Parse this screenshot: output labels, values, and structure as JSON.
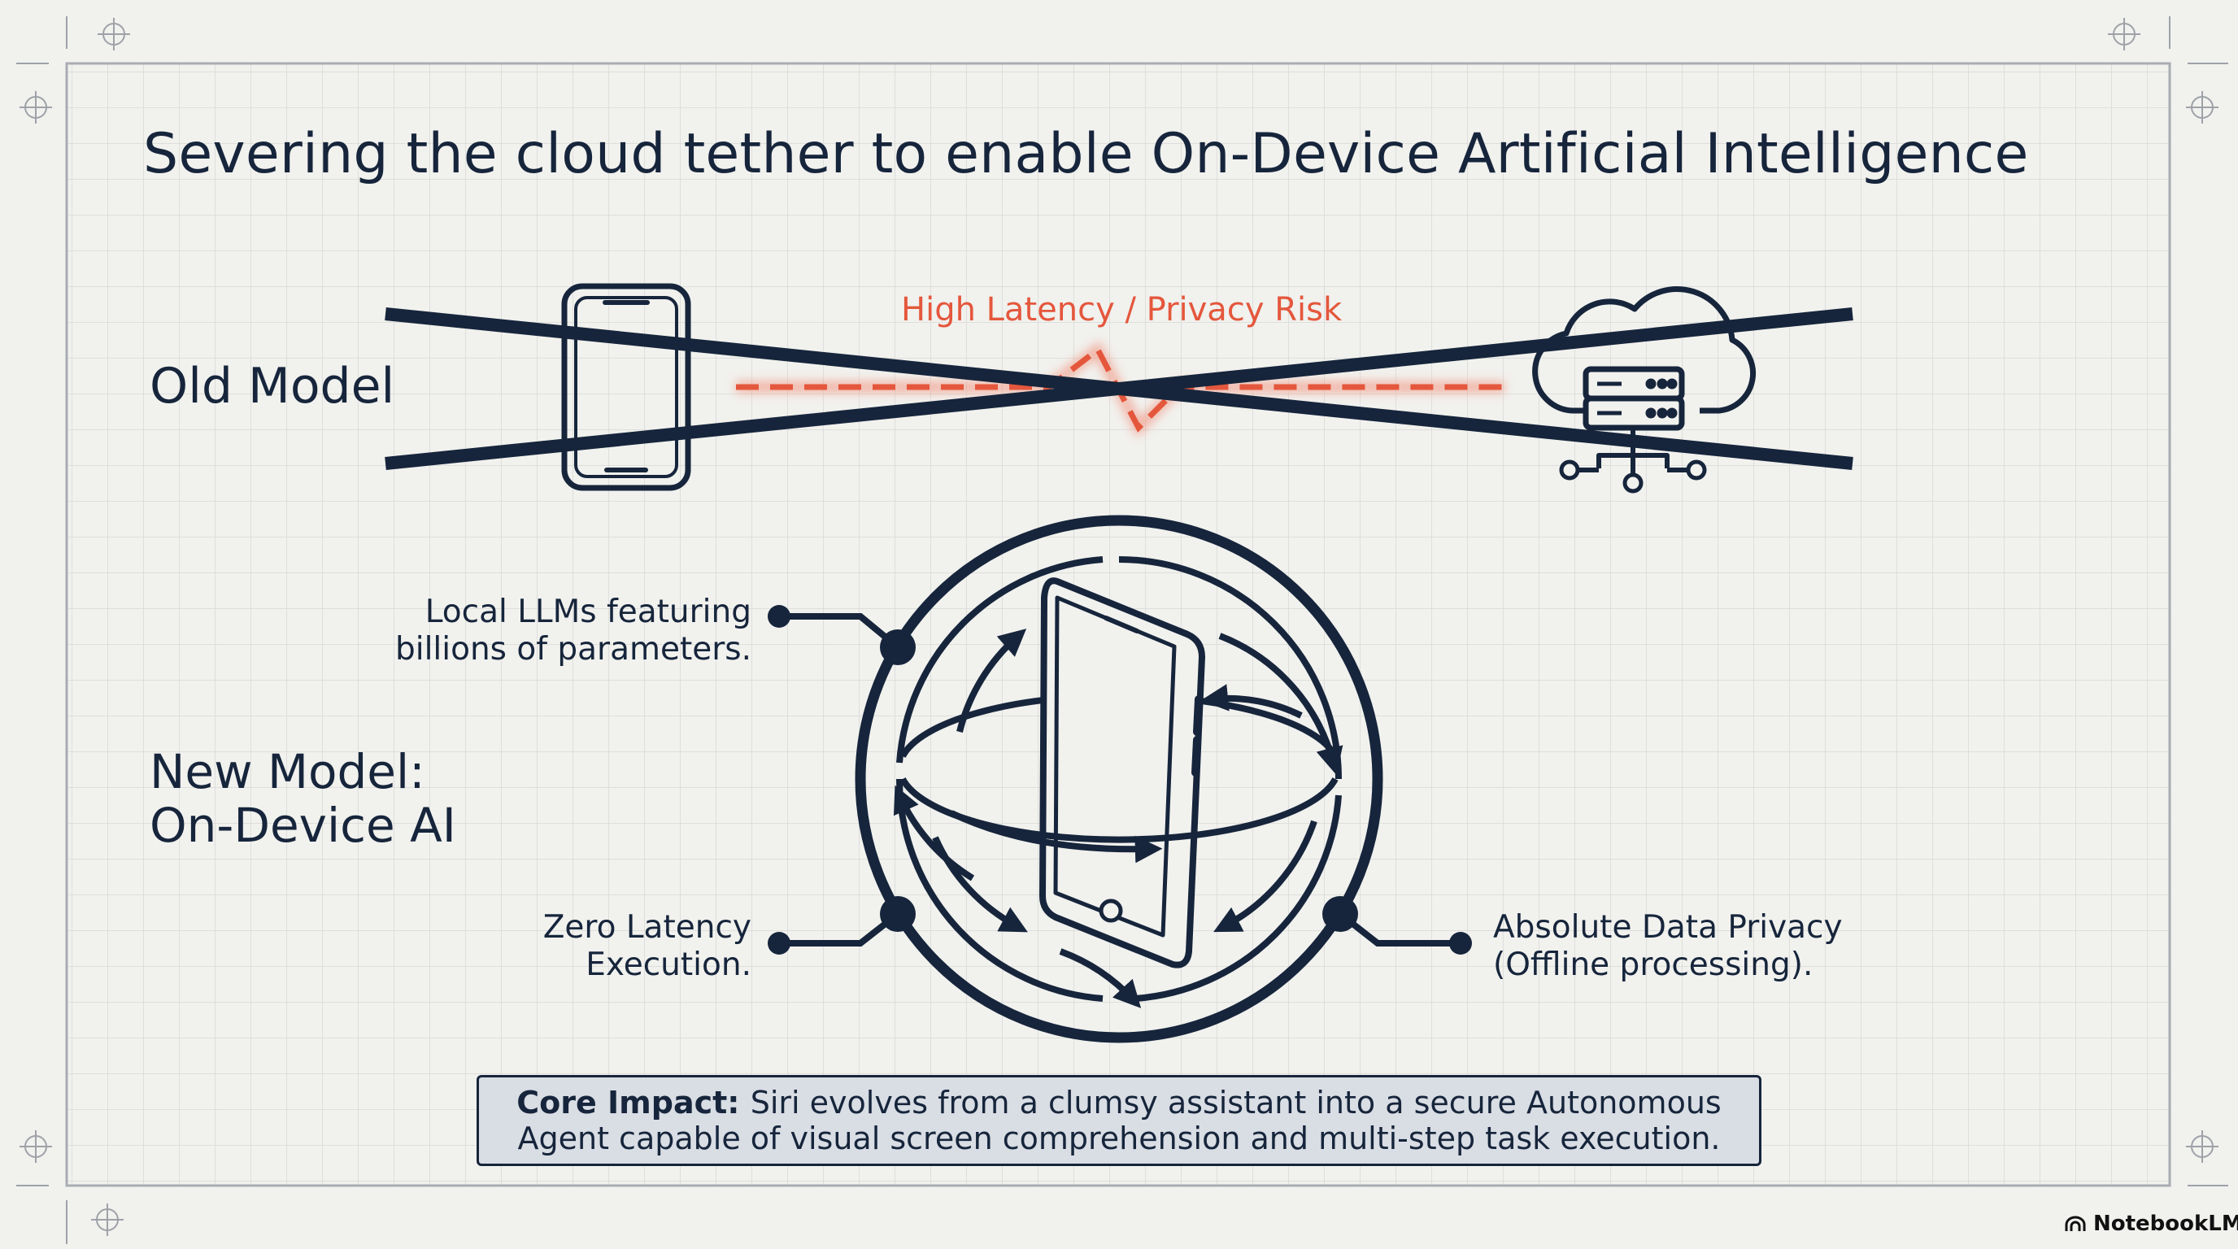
{
  "title": "Severing the cloud tether to enable On-Device Artificial Intelligence",
  "old_model": {
    "label": "Old Model",
    "link_label": "High Latency / Privacy Risk",
    "icons": [
      "smartphone-icon",
      "cloud-server-icon"
    ]
  },
  "new_model": {
    "label_line1": "New Model:",
    "label_line2": "On-Device AI",
    "callouts": {
      "local_line1": "Local LLMs featuring",
      "local_line2": "billions of parameters.",
      "latency_line1": "Zero Latency",
      "latency_line2": "Execution.",
      "privacy_line1": "Absolute Data Privacy",
      "privacy_line2": "(Offline processing)."
    }
  },
  "impact": {
    "head": "Core Impact:",
    "text": "Siri evolves from a clumsy assistant into a secure Autonomous Agent capable of visual screen comprehension and multi-step task execution."
  },
  "brand": {
    "name": "NotebookLM"
  },
  "colors": {
    "ink": "#16253b",
    "accent_red": "#e4573c",
    "background": "#f1f1ee",
    "impact_box": "#d9dde4"
  }
}
